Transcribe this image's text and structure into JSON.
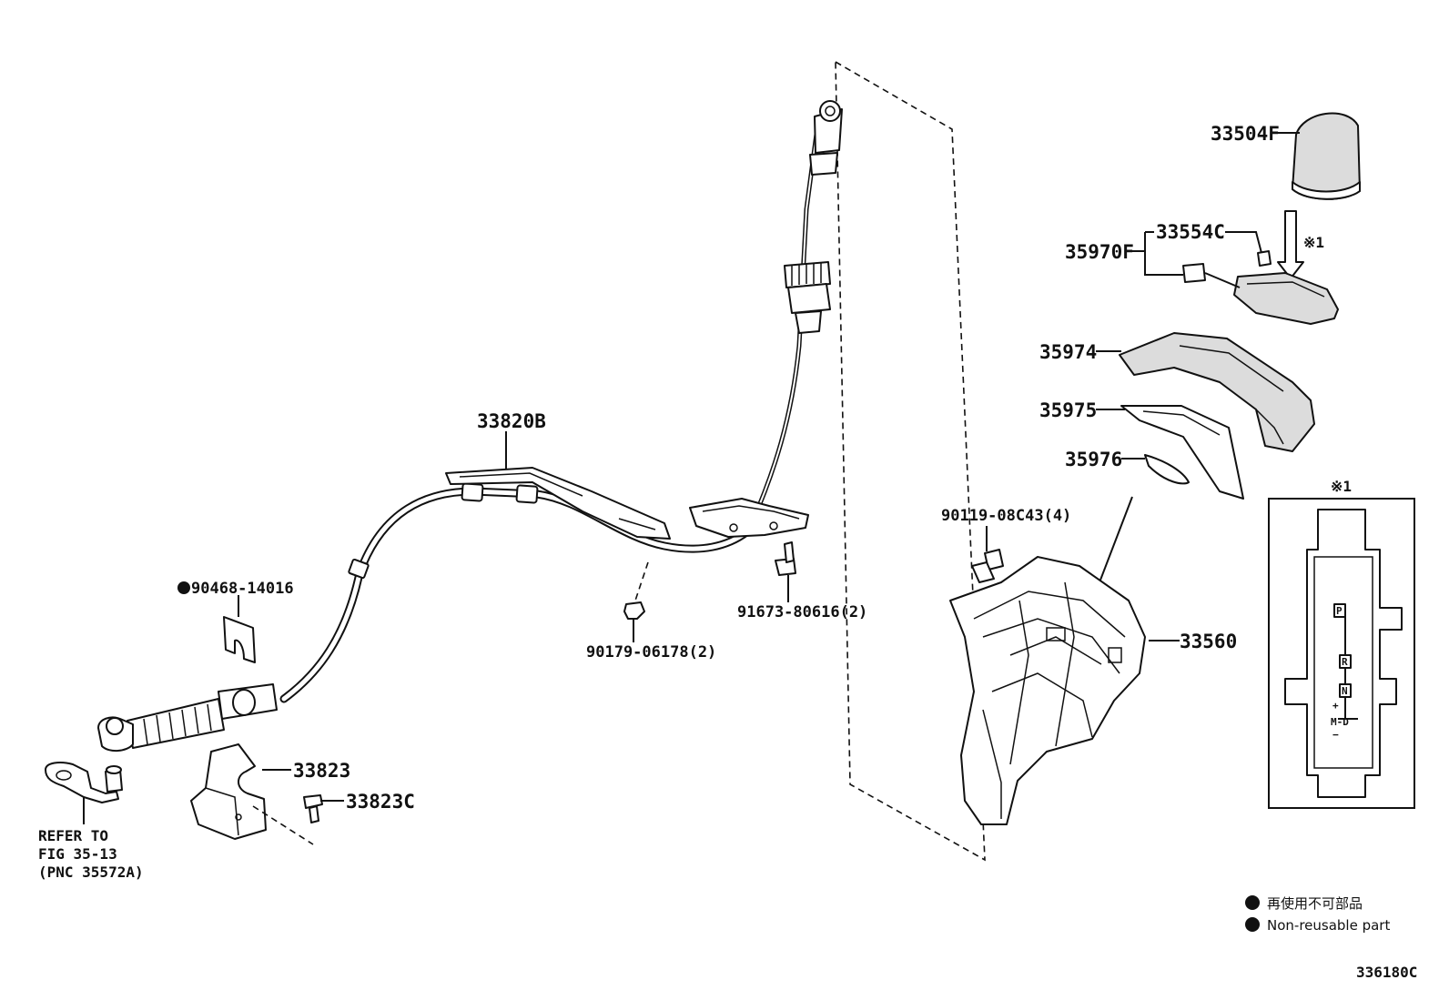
{
  "diagram": {
    "parts": {
      "p33504F": "33504F",
      "p33554C": "33554C",
      "p35970F": "35970F",
      "p35974": "35974",
      "p35975": "35975",
      "p35976": "35976",
      "p90119": "90119-08C43(4)",
      "p33560": "33560",
      "p33820B": "33820B",
      "p90468": "90468-14016",
      "p90179": "90179-06178(2)",
      "p91673": "91673-80616(2)",
      "p33823": "33823",
      "p33823C": "33823C"
    },
    "refer": {
      "line1": "REFER TO",
      "line2": "FIG 35-13",
      "line3": "(PNC 35572A)"
    },
    "note_mark": "※1",
    "inset_mark": "※1",
    "gate": {
      "p": "P",
      "r": "R",
      "n": "N",
      "md": "M-D",
      "plus": "+",
      "minus": "−"
    },
    "legend": {
      "jp": "再使用不可部品",
      "en": "Non-reusable part"
    },
    "figure_number": "336180C"
  }
}
